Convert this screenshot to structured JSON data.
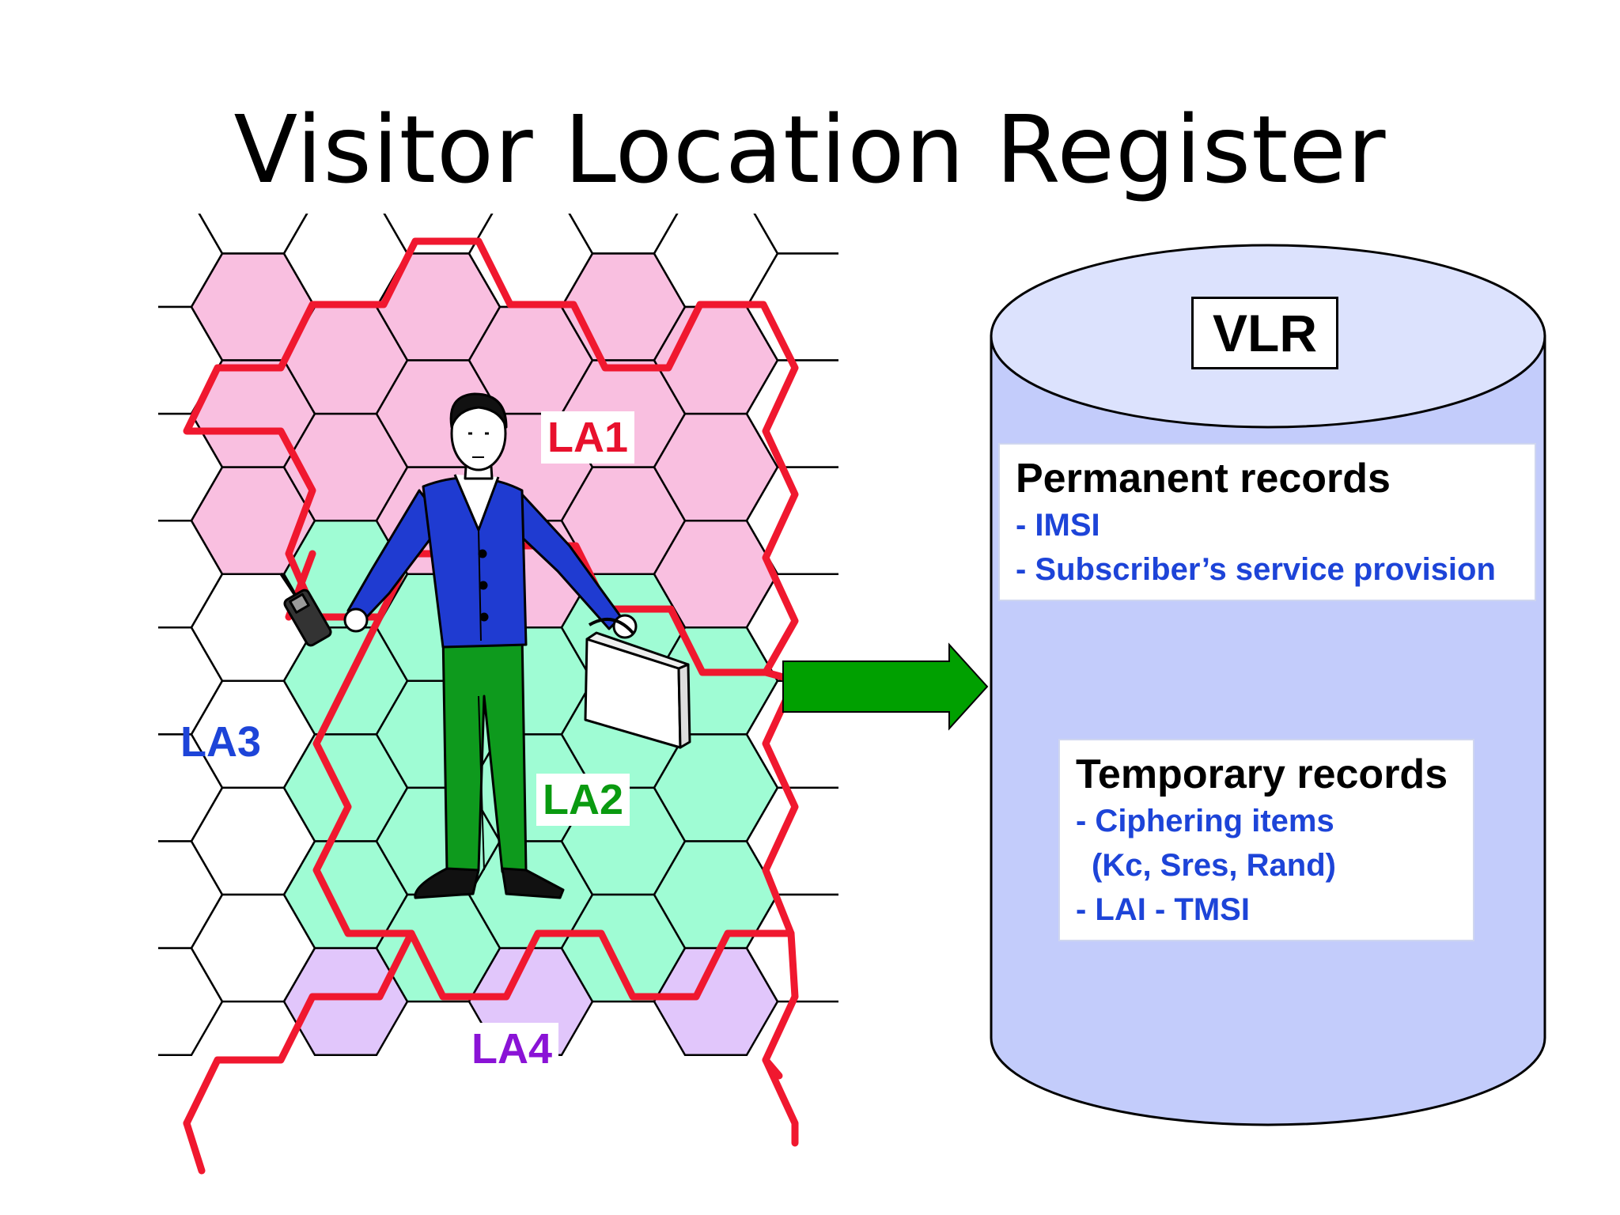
{
  "slide": {
    "title": "Visitor Location Register"
  },
  "location_areas": [
    {
      "id": "la1",
      "label": "LA1",
      "color": "#e8112d",
      "fill": "#f9bfe0"
    },
    {
      "id": "la2",
      "label": "LA2",
      "color": "#0a9a10",
      "fill": "#9ffcd4"
    },
    {
      "id": "la3",
      "label": "LA3",
      "color": "#1d44d8",
      "fill": "#ffffff"
    },
    {
      "id": "la4",
      "label": "LA4",
      "color": "#8a13d6",
      "fill": "#e1c6fb"
    }
  ],
  "boundary_color": "#f0182f",
  "arrow_color": "#00a000",
  "database": {
    "label": "VLR",
    "color": "#c3ccfb",
    "top_color": "#dce2fd",
    "permanent": {
      "heading": "Permanent records",
      "items": [
        "- IMSI",
        "- Subscriber’s service provision"
      ]
    },
    "temporary": {
      "heading": "Temporary records",
      "items": [
        "- Ciphering items",
        "  (Kc, Sres, Rand)",
        "- LAI - TMSI"
      ]
    },
    "item_color": "#1d44d8"
  },
  "figure": {
    "description_icon": "person-with-phone-and-briefcase-icon",
    "shirt_color": "#1f3bd1",
    "pants_color": "#0e9a1d"
  }
}
